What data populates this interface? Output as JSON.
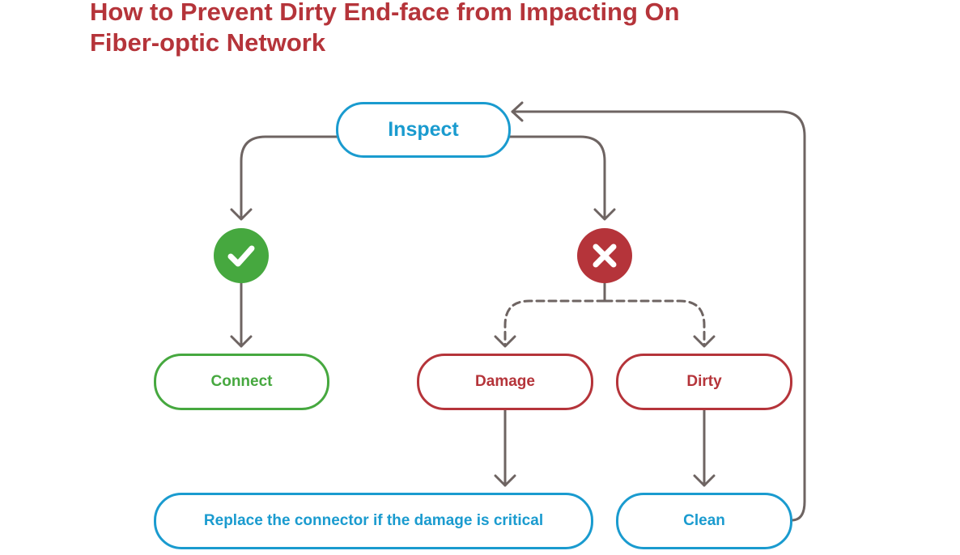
{
  "title": {
    "line1": "How to Prevent Dirty End-face from Impacting On",
    "line2": "Fiber-optic Network"
  },
  "nodes": {
    "inspect": "Inspect",
    "connect": "Connect",
    "damage": "Damage",
    "dirty": "Dirty",
    "replace": "Replace the connector if the damage is critical",
    "clean": "Clean"
  },
  "icons": {
    "pass": "check-icon",
    "fail": "x-icon"
  },
  "colors": {
    "title": "#b5343a",
    "blue": "#1a9bcf",
    "green": "#46a83f",
    "red": "#b5343a",
    "connector": "#6e6462"
  }
}
